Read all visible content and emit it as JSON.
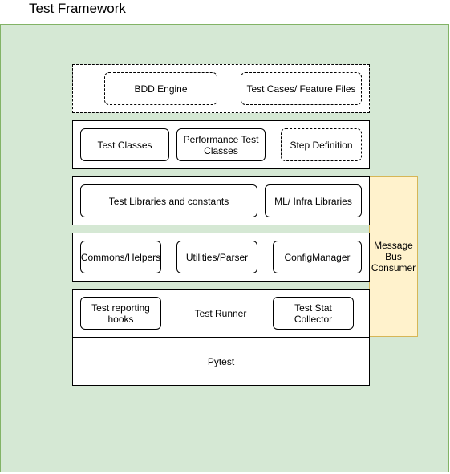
{
  "title": "Test Framework",
  "layers": {
    "bdd": {
      "bdd_engine": "BDD Engine",
      "test_cases": "Test Cases/ Feature Files"
    },
    "classes": {
      "test_classes": "Test Classes",
      "performance_test_classes": "Performance Test Classes",
      "step_definition": "Step Definition"
    },
    "libraries": {
      "test_libraries": "Test Libraries and constants",
      "ml_infra": "ML/ Infra Libraries"
    },
    "utilities": {
      "commons_helpers": "Commons/Helpers",
      "utilities_parser": "Utilities/Parser",
      "config_manager": "ConfigManager"
    },
    "runner": {
      "reporting_hooks": "Test reporting hooks",
      "test_runner": "Test Runner",
      "stat_collector": "Test Stat Collector"
    },
    "pytest": {
      "label": "Pytest"
    }
  },
  "message_bus": "Message Bus Consumer",
  "colors": {
    "framework_fill": "#d5e8d4",
    "framework_border": "#82b366",
    "bus_fill": "#fff2cc",
    "bus_border": "#d6b656"
  }
}
